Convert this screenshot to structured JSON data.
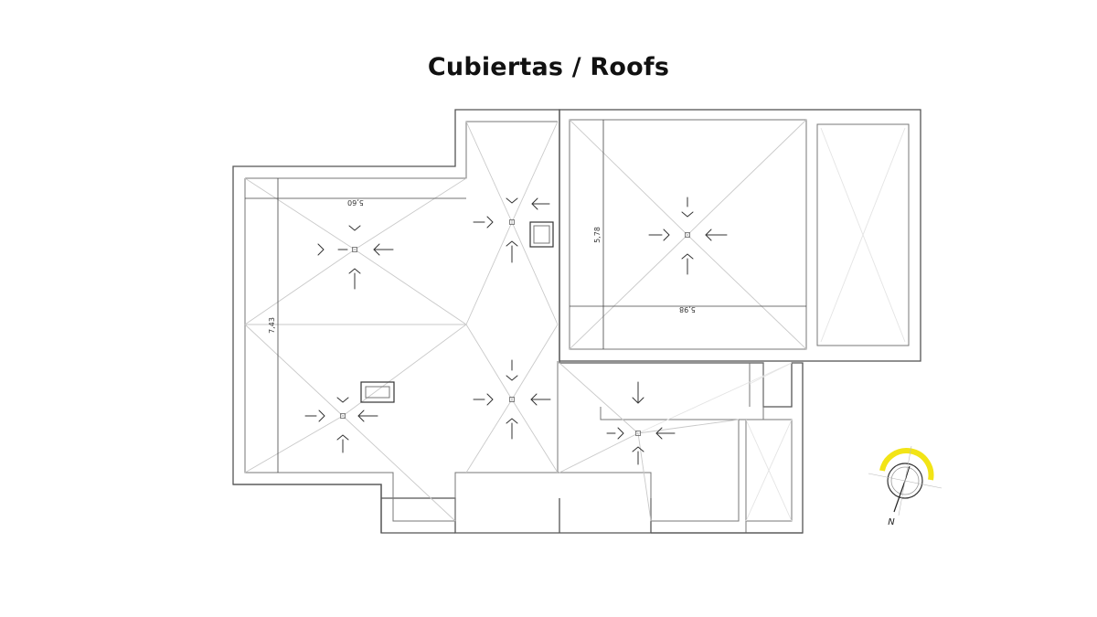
{
  "title": "Cubiertas / Roofs",
  "dimensions": {
    "d1": "5,60",
    "d2": "7,43",
    "d3": "5,78",
    "d4": "5,98"
  },
  "north_label": "N",
  "colors": {
    "compass_arc": "#f2e416"
  }
}
